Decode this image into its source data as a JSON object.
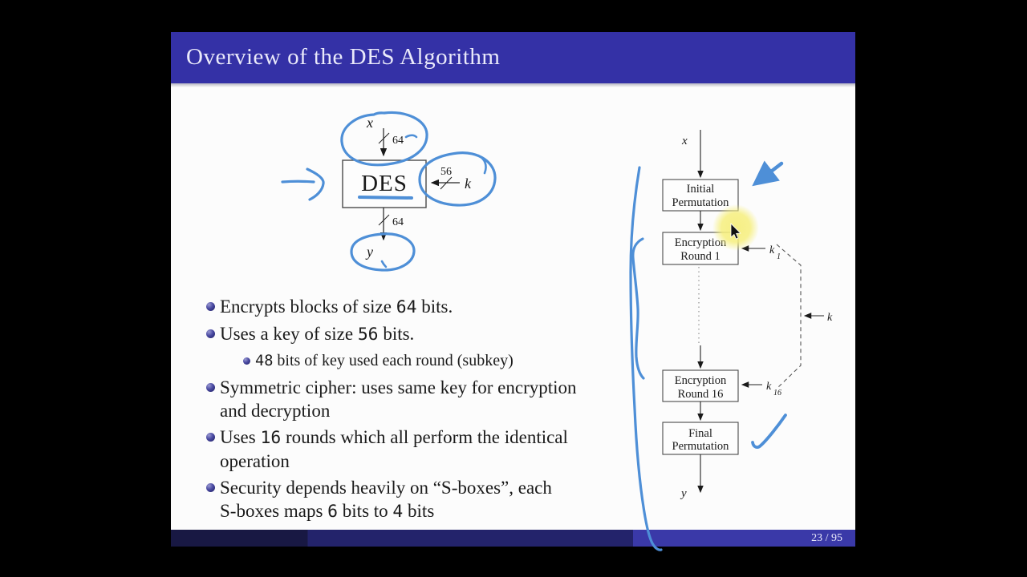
{
  "slide": {
    "title": "Overview of the DES Algorithm",
    "page_indicator": "23 / 95"
  },
  "des_diagram": {
    "input_label": "x",
    "input_bits": "64",
    "box_label": "DES",
    "key_bits": "56",
    "key_label": "k",
    "output_bits": "64",
    "output_label": "y"
  },
  "flow_diagram": {
    "input_label": "x",
    "boxes": {
      "initial": {
        "line1": "Initial",
        "line2": "Permutation"
      },
      "round1": {
        "line1": "Encryption",
        "line2": "Round 1"
      },
      "round16": {
        "line1": "Encryption",
        "line2": "Round 16"
      },
      "final": {
        "line1": "Final",
        "line2": "Permutation"
      }
    },
    "subkey1": {
      "base": "k",
      "sub": "1"
    },
    "subkey16": {
      "base": "k",
      "sub": "16"
    },
    "key_label": "k",
    "output_label": "y"
  },
  "bullets": [
    {
      "level": 1,
      "lines": [
        [
          {
            "t": "Encrypts blocks of size "
          },
          {
            "t": "64",
            "n": 1
          },
          {
            "t": " bits."
          }
        ]
      ]
    },
    {
      "level": 1,
      "lines": [
        [
          {
            "t": "Uses a key of size "
          },
          {
            "t": "56",
            "n": 1
          },
          {
            "t": " bits."
          }
        ]
      ]
    },
    {
      "level": 2,
      "lines": [
        [
          {
            "t": "48",
            "n": 1
          },
          {
            "t": " bits of key used each round (subkey)"
          }
        ]
      ]
    },
    {
      "level": 1,
      "lines": [
        [
          {
            "t": "Symmetric cipher: uses same key for encryption"
          }
        ],
        [
          {
            "t": "and decryption"
          }
        ]
      ]
    },
    {
      "level": 1,
      "lines": [
        [
          {
            "t": "Uses "
          },
          {
            "t": "16",
            "n": 1
          },
          {
            "t": " rounds which all perform the identical"
          }
        ],
        [
          {
            "t": "operation"
          }
        ]
      ]
    },
    {
      "level": 1,
      "lines": [
        [
          {
            "t": "Security depends heavily on “S-boxes”, each"
          }
        ],
        [
          {
            "t": "S-boxes maps "
          },
          {
            "t": "6",
            "n": 1
          },
          {
            "t": " bits to "
          },
          {
            "t": "4",
            "n": 1
          },
          {
            "t": " bits"
          }
        ]
      ]
    }
  ],
  "colors": {
    "title_bar": "#3431a6",
    "slide_background": "#fcfcfc",
    "ink_annotation": "#4e8fd7",
    "highlight": "#f6ef7e",
    "footer_left": "#181843",
    "footer_mid": "#23236b",
    "footer_right": "#3a39a8"
  }
}
